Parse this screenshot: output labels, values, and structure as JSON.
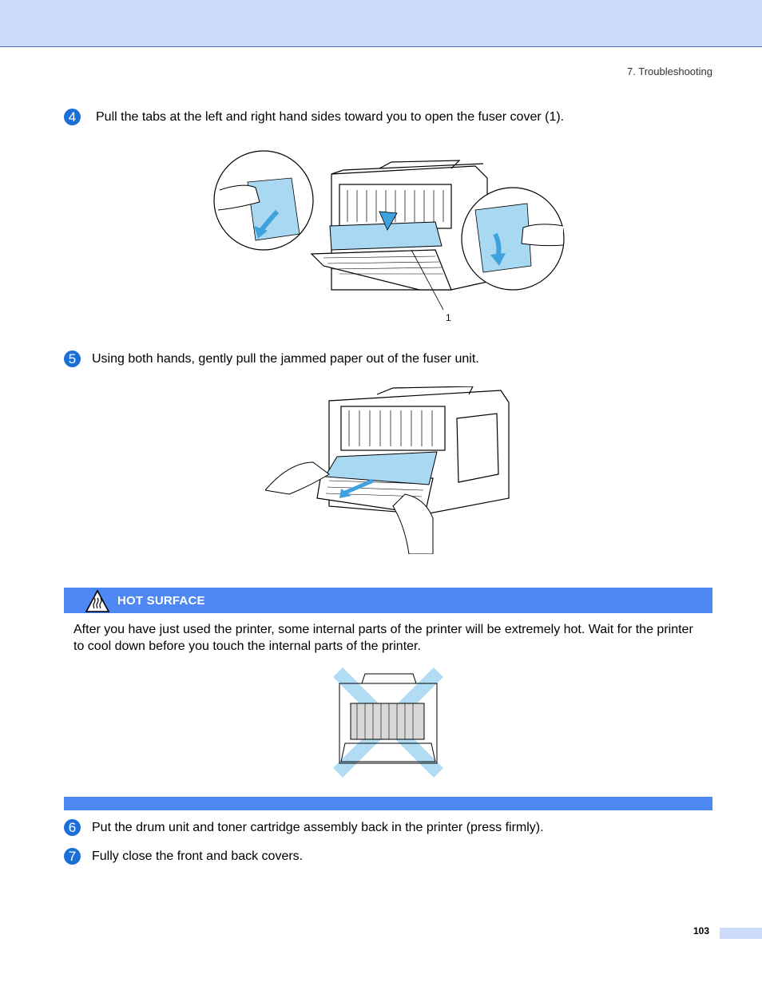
{
  "header": {
    "chapter": "7. Troubleshooting"
  },
  "steps": [
    {
      "num": "4",
      "text": "Pull the tabs at the left and right hand sides toward you to open the fuser cover (1)."
    },
    {
      "num": "5",
      "text": "Using both hands, gently pull the jammed paper out of the fuser unit."
    },
    {
      "num": "6",
      "text": "Put the drum unit and toner cartridge assembly back in the printer (press firmly)."
    },
    {
      "num": "7",
      "text": "Fully close the front and back covers."
    }
  ],
  "figure1": {
    "callout": "1"
  },
  "warning": {
    "icon": "hot-surface-icon",
    "title": "HOT SURFACE",
    "text": "After you have just used the printer, some internal parts of the printer will be extremely hot. Wait for the printer to cool down before you touch the internal parts of the printer."
  },
  "footer": {
    "page_number": "103"
  },
  "colors": {
    "accent": "#4d88f5",
    "header_band": "#cddcfb",
    "illustration_blue": "#a9d8f2",
    "step_badge": "#1c6fd6"
  }
}
